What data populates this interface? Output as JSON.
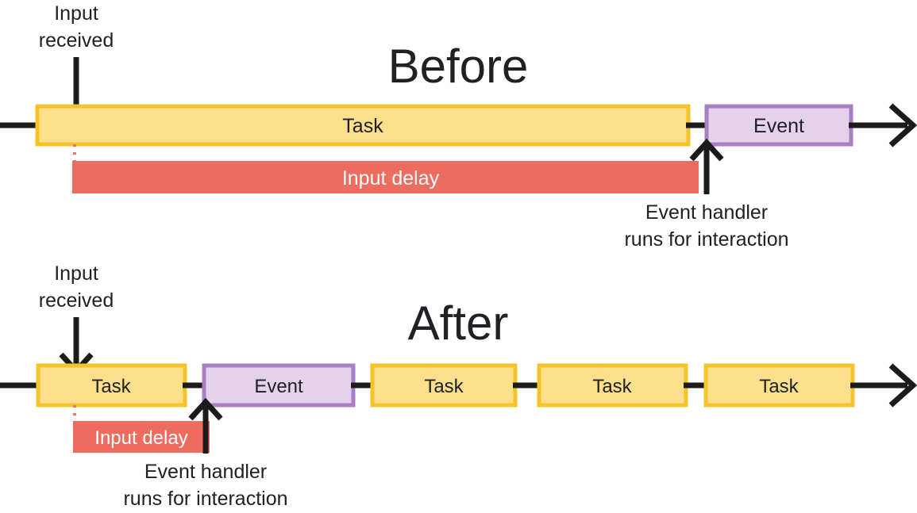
{
  "figure": {
    "background": "#ffffff",
    "colors": {
      "task_fill": "#fbdf8b",
      "task_stroke": "#f5c42c",
      "event_fill": "#e4d1ec",
      "event_stroke": "#a97fc4",
      "delay_fill": "#ec6c5f",
      "line": "#1b1b1b",
      "text": "#202124",
      "dotted": "#ef7566"
    }
  },
  "before": {
    "title": "Before",
    "input_label_line1": "Input",
    "input_label_line2": "received",
    "task_label": "Task",
    "event_label": "Event",
    "delay_label": "Input delay",
    "handler_label_line1": "Event handler",
    "handler_label_line2": "runs for interaction"
  },
  "after": {
    "title": "After",
    "input_label_line1": "Input",
    "input_label_line2": "received",
    "delay_label": "Input delay",
    "handler_label_line1": "Event handler",
    "handler_label_line2": "runs for interaction",
    "blocks": [
      {
        "type": "task",
        "label": "Task"
      },
      {
        "type": "event",
        "label": "Event"
      },
      {
        "type": "task",
        "label": "Task"
      },
      {
        "type": "task",
        "label": "Task"
      },
      {
        "type": "task",
        "label": "Task"
      }
    ]
  }
}
